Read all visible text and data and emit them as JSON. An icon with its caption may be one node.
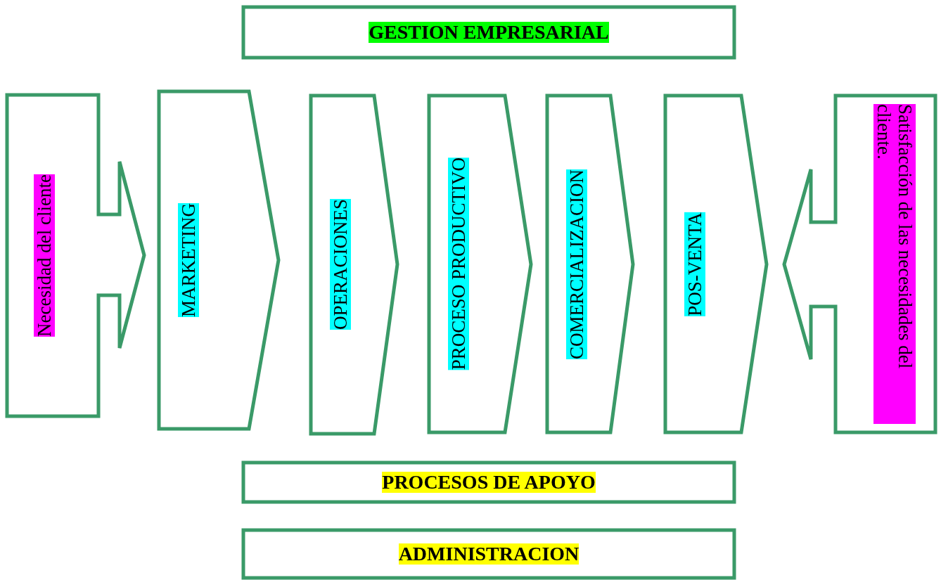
{
  "diagram": {
    "nodes": [
      {
        "text": [
          "GESTION EMPRESARIAL"
        ]
      },
      {
        "text": [
          "Necesidad del cliente"
        ]
      },
      {
        "text": [
          "MARKETING"
        ]
      },
      {
        "text": [
          "OPERACIONES"
        ]
      },
      {
        "text": [
          "PROCESO PRODUCTIVO"
        ]
      },
      {
        "text": [
          "COMERCIALIZACION"
        ]
      },
      {
        "text": [
          "POS-VENTA"
        ]
      },
      {
        "text": [
          "Satisfacción de las necesidades del cliente."
        ]
      },
      {
        "text": [
          "PROCESOS DE APOYO"
        ]
      },
      {
        "text": [
          "ADMINISTRACION"
        ]
      }
    ]
  }
}
